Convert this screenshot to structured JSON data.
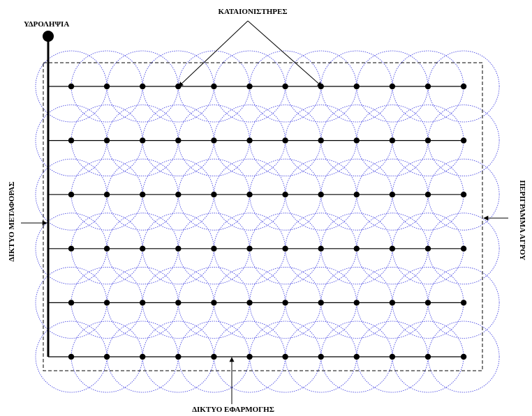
{
  "labels": {
    "water_intake": "ΥΔΡΟΛΗΨΙΑ",
    "sprinklers": "ΚΑΤΑΙΟΝΙΣΤΗΡΕΣ",
    "transport_network": "ΔΙΚΤΥΟ ΜΕΤΑΦΟΡΑΣ",
    "field_perimeter": "ΠΕΡΙΓΡΑΜΜΑ ΑΓΡΟΥ",
    "application_network": "ΔΙΚΤΥΟ ΕΦΑΡΜΟΓΗΣ"
  },
  "grid": {
    "rows": 6,
    "columns": 12
  },
  "colors": {
    "coverage_circle": "#3a3ae0",
    "line": "#000000",
    "background": "#ffffff"
  }
}
